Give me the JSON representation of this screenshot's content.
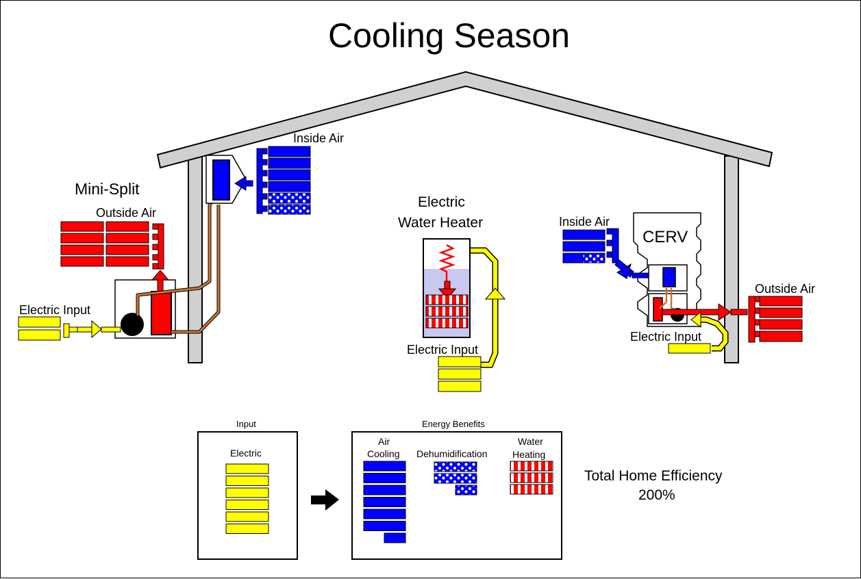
{
  "title": "Cooling Season",
  "mini_split": {
    "label": "Mini-Split",
    "inside_air": "Inside Air",
    "outside_air": "Outside Air",
    "electric_input": "Electric Input"
  },
  "water_heater": {
    "label_line1": "Electric",
    "label_line2": "Water Heater",
    "electric_input": "Electric Input"
  },
  "cerv": {
    "label": "CERV",
    "inside_air": "Inside Air",
    "outside_air": "Outside Air",
    "electric_input": "Electric Input"
  },
  "legend": {
    "input_title": "Input",
    "input_label": "Electric",
    "benefits_title": "Energy Benefits",
    "air_cooling_line1": "Air",
    "air_cooling_line2": "Cooling",
    "dehumidification": "Dehumidification",
    "water_heating_line1": "Water",
    "water_heating_line2": "Heating",
    "input_units": 6,
    "air_cooling_units": 6.5,
    "dehumidification_units": 2.5,
    "water_heating_units": 3
  },
  "efficiency": {
    "label": "Total Home Efficiency",
    "value": "200%"
  },
  "colors": {
    "electric": "#ffff00",
    "cooling": "#0000ff",
    "heat": "#ff0000",
    "pipe": "#c87533",
    "wall": "#d0d0d0",
    "tank_water": "#c8c8f0"
  }
}
